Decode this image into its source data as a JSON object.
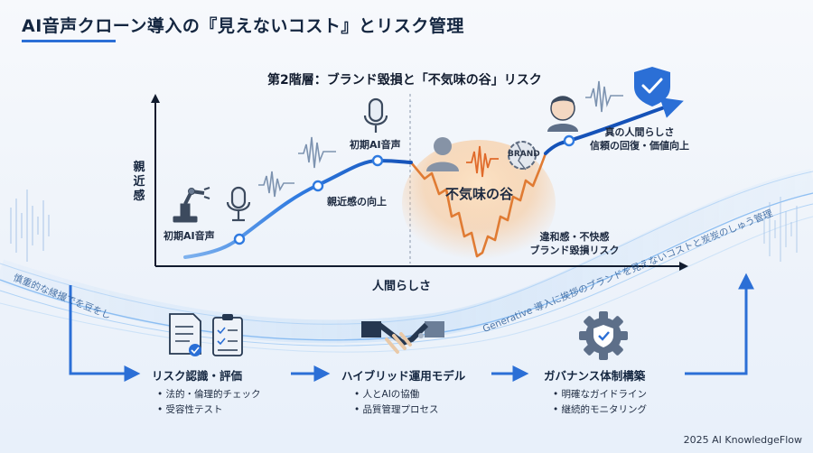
{
  "title": "AI音声クローン導入の『見えないコスト』とリスク管理",
  "layer_title": "第2階層：ブランド毀損と「不気味の谷」リスク",
  "axes": {
    "y_label": "親近感",
    "x_label": "人間らしさ"
  },
  "curve_labels": {
    "early_ai_voice_low": "初期AI音声",
    "early_ai_voice_peak": "初期AI音声",
    "affinity_rise": "親近感の向上",
    "valley": "不気味の谷",
    "discomfort_line1": "違和感・不快感",
    "discomfort_line2": "ブランド毀損リスク",
    "true_human_line1": "真の人間らしさ",
    "true_human_line2": "信頼の回復・価値向上",
    "brand_badge": "BRAND"
  },
  "ribbon_texts": {
    "left": "慎重的な縁撮でを豆をし",
    "right": "Generative 導入に挨拶のブランドを見えないコストと炭炭のしゅう管理"
  },
  "steps": [
    {
      "title": "リスク認識・評価",
      "bullets": [
        "法的・倫理的チェック",
        "受容性テスト"
      ],
      "icon": "checklist-documents"
    },
    {
      "title": "ハイブリッド運用モデル",
      "bullets": [
        "人とAIの協働",
        "品質管理プロセス"
      ],
      "icon": "robot-human-handshake"
    },
    {
      "title": "ガバナンス体制構築",
      "bullets": [
        "明確なガイドライン",
        "継続的モニタリング"
      ],
      "icon": "gear-shield"
    }
  ],
  "footer": "2025 AI KnowledgeFlow",
  "colors": {
    "accent_blue": "#2b6fd6",
    "curve_blue": "#2f7ae0",
    "valley_orange": "#f08a3c",
    "dark_navy": "#142640"
  }
}
